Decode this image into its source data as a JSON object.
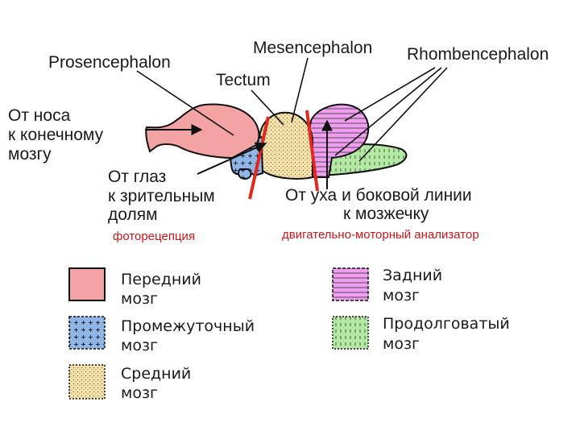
{
  "labels": {
    "prosencephalon": "Prosencephalon",
    "mesencephalon": "Mesencephalon",
    "rhombencephalon": "Rhombencephalon",
    "tectum": "Tectum",
    "nose_1": "От носа",
    "nose_2": "к конечному",
    "nose_3": "мозгу",
    "eyes_1": "От глаз",
    "eyes_2": "к зрительным",
    "eyes_3": "долям",
    "ear_1": "От уха и боковой линии",
    "ear_2": "к мозжечку"
  },
  "annotations": {
    "photoreception": "фоторецепция",
    "motor_analyzer": "двигательно-моторный анализатор"
  },
  "legend": [
    {
      "line1": "Передний",
      "line2": "мозг",
      "color": "#f4a3a5",
      "pattern": "solid"
    },
    {
      "line1": "Промежуточный",
      "line2": "мозг",
      "color": "#8fb6e6",
      "pattern": "plus"
    },
    {
      "line1": "Средний",
      "line2": "мозг",
      "color": "#f6e2a8",
      "pattern": "dots"
    },
    {
      "line1": "Задний",
      "line2": "мозг",
      "color": "#ef9ef0",
      "pattern": "hlines"
    },
    {
      "line1": "Продолговатый",
      "line2": "мозг",
      "color": "#b4e9a4",
      "pattern": "vdash"
    }
  ],
  "colors": {
    "forebrain": "#f4a3a5",
    "diencephalon": "#8fb6e6",
    "midbrain": "#f6e2a8",
    "hindbrain": "#ef9ef0",
    "medulla": "#b4e9a4",
    "divider": "#e0281e",
    "annotation": "#d0161b"
  }
}
